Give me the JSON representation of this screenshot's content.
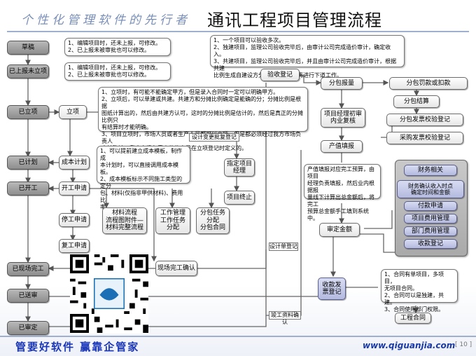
{
  "header": {
    "slogan": "个性化管理软件的先行者",
    "title": "通讯工程项目管理流程"
  },
  "left_column": [
    {
      "id": "draft",
      "label": "草稿"
    },
    {
      "id": "reported",
      "label": "已上报未立项"
    },
    {
      "id": "established",
      "label": "已立项"
    },
    {
      "id": "planned",
      "label": "已计划"
    },
    {
      "id": "started",
      "label": "已开工"
    },
    {
      "id": "site_done",
      "label": "已现场完工"
    },
    {
      "id": "sent_audit",
      "label": "已送审"
    },
    {
      "id": "audited",
      "label": "已审定"
    }
  ],
  "process": {
    "lixiang": "立项",
    "chengben": "成本计划",
    "kaigong": "开工申请",
    "tinggong": "停工申请",
    "fugong": "复工申请",
    "xianchang": "现场完工确认",
    "zhiding": "指定项目经理",
    "zhongzhi": "项目终止",
    "cailiao": "材料流程\n流程图附件—\n材料完整流程",
    "gongzuo": "工作管理\n工作任务分配",
    "fenbao_task": "分包任务分配\n分包合同",
    "yanshou": "验收登记",
    "fenbao_report": "分包报量",
    "fenbao_fine": "分包罚款或扣款",
    "fenbao_settle": "分包结算",
    "fenbao_invoice": "分包发票校验登记",
    "purchase_invoice": "采购发票校验登记",
    "pm_review": "项目经理初审\n内业复核",
    "output_report": "产值填报",
    "audit_amount": "审定金额",
    "invoice_reg": "收款发票登记",
    "eng_contract": "工程合同",
    "design_reg": "设计单登记",
    "survey_reg": "设计变更批复登记",
    "construction_input": "竣工资料确认"
  },
  "finance": {
    "title": "财务相关",
    "items": [
      "财务确认收入时点\n确定时间和金额",
      "付款申请",
      "项目费用管理",
      "部门费用管理",
      "收款登记"
    ]
  },
  "notes": {
    "draft_note": "1、编辑项目时，还未上报，可修改。\n2、已上报未被审批也可以修改。",
    "reported_note": "1、编辑项目时，还未上报，可修改。\n2、已上报未被审批也可以修改。",
    "top_note": "1、一个项目可以验收多次。\n2、独建项目，监理公司验收完毕后，由审计公司完成造价审计，确定收入。\n3、共建项目，监理公司验收完毕后，并且由审计公司完成造价审计，根据共建\n比例生成自建设方分得金额，然后再进行下道工作。",
    "lixiang_note": "1、立项时，有可能不能确定甲方，但是录入合同时一定可以明确甲方。\n2、立项后，可以单建或共建。共建方和分摊比例确定是能确的分；分摊比例是根据\n图纸计算出的，然后由共建方认可，这时的分摊比例是估计的，然后是真正的分摊比例只\n有结算时才能明确。\n3、项目立项时，市场人员或者生产人员都可以立项，但是都必须经过我方市场负责人\n审核确认。我方市场负责人的信息是在立项登记时定义的。",
    "chengben_note": "1、可以提前建立成本模板，制作成\n本计划时，可以直接调用成本模板。\n2、成本模板标示不同施工类型的定分\n包、材料(仅指非甲供材料)、费用比\n率。",
    "output_note": "产值填报对应完工预算，由项目\n经理负责填报，然后业内根据报\n量线下计算出总金额后，将完工\n预算总金额手工填到系统中。",
    "contract_note": "1、合同有单项目，多项目，\n无项目合同。\n2、合同可以是独建，共建。\n3、合同使用部门权限。"
  },
  "footer": {
    "left": "管要好软件 赢靠企管家",
    "url": "www.qiguanjia.com",
    "page": "[ 10 ]"
  }
}
